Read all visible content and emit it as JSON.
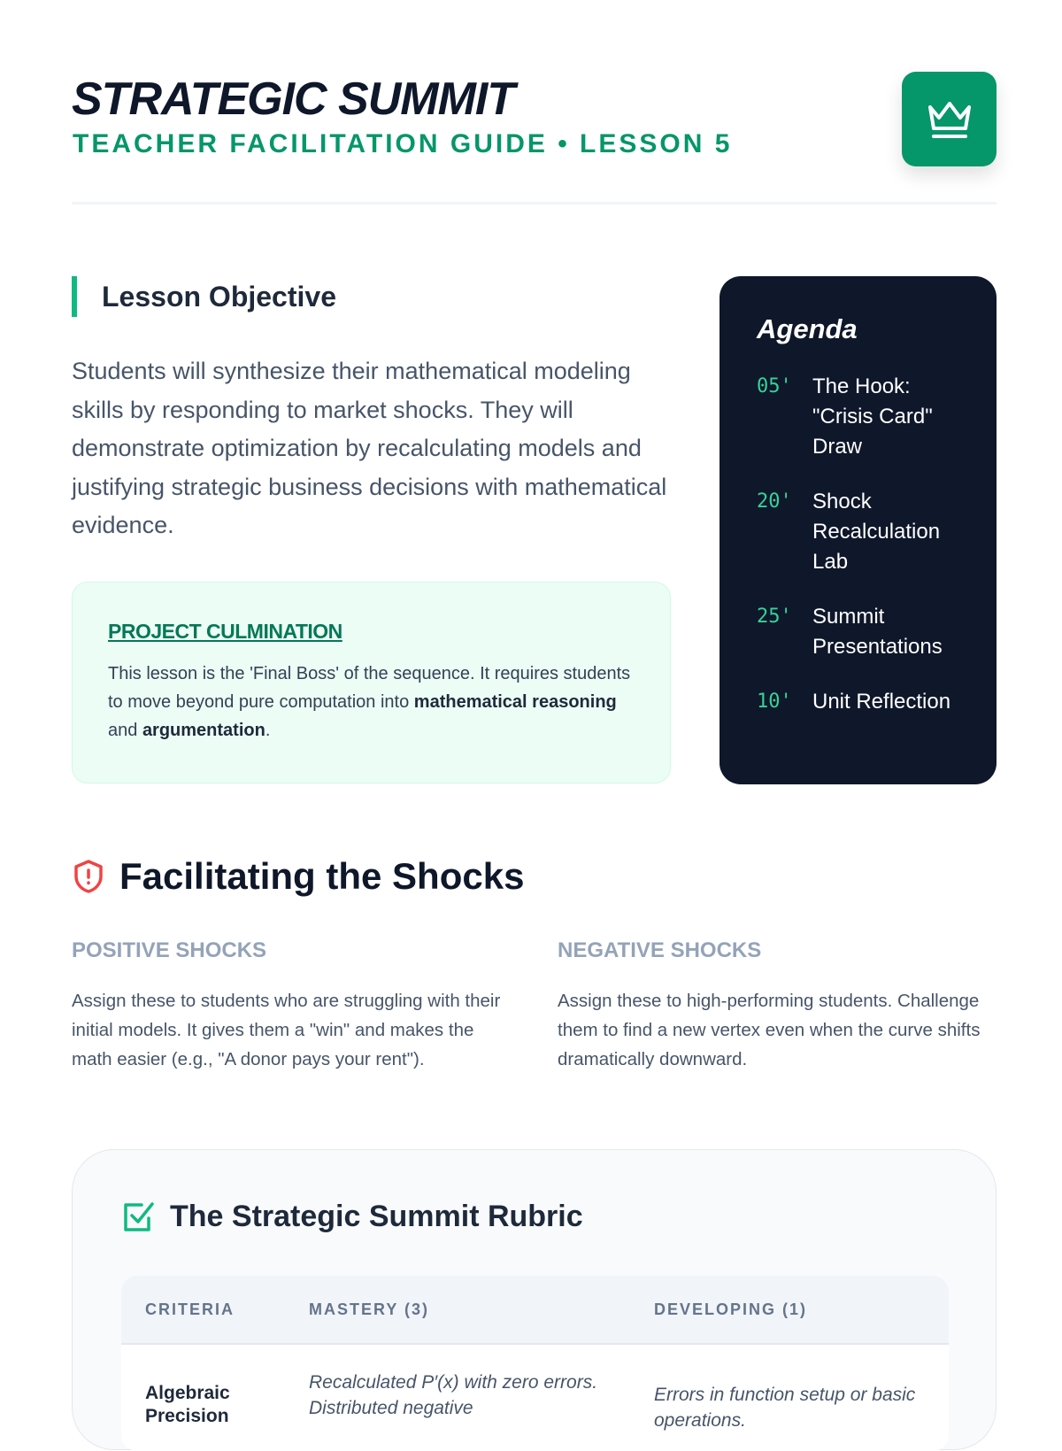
{
  "header": {
    "title": "STRATEGIC SUMMIT",
    "subtitle": "TEACHER FACILITATION GUIDE • LESSON 5",
    "badge_icon": "crown-icon"
  },
  "objective": {
    "heading": "Lesson Objective",
    "text": "Students will synthesize their mathematical modeling skills by responding to market shocks. They will demonstrate optimization by recalculating models and justifying strategic business decisions with mathematical evidence."
  },
  "callout": {
    "title": "PROJECT CULMINATION",
    "text_before": "This lesson is the 'Final Boss' of the sequence. It requires students to move beyond pure computation into ",
    "bold1": "mathematical reasoning",
    "text_mid": " and ",
    "bold2": "argumentation",
    "text_end": "."
  },
  "agenda": {
    "title": "Agenda",
    "items": [
      {
        "time": "05'",
        "label": "The Hook: \"Crisis Card\" Draw"
      },
      {
        "time": "20'",
        "label": "Shock Recalculation Lab"
      },
      {
        "time": "25'",
        "label": "Summit Presentations"
      },
      {
        "time": "10'",
        "label": "Unit Reflection"
      }
    ]
  },
  "shocks": {
    "heading": "Facilitating the Shocks",
    "positive": {
      "title": "POSITIVE SHOCKS",
      "text": "Assign these to students who are struggling with their initial models. It gives them a \"win\" and makes the math easier (e.g., \"A donor pays your rent\")."
    },
    "negative": {
      "title": "NEGATIVE SHOCKS",
      "text": "Assign these to high-performing students. Challenge them to find a new vertex even when the curve shifts dramatically downward."
    }
  },
  "rubric": {
    "heading": "The Strategic Summit Rubric",
    "columns": [
      "CRITERIA",
      "MASTERY (3)",
      "DEVELOPING (1)"
    ],
    "rows": [
      {
        "criteria": "Algebraic Precision",
        "mastery": "Recalculated P′(x) with zero errors. Distributed negative",
        "developing": "Errors in function setup or basic operations."
      }
    ]
  },
  "colors": {
    "accent": "#059669",
    "dark": "#0f172a",
    "danger": "#ef4444"
  }
}
